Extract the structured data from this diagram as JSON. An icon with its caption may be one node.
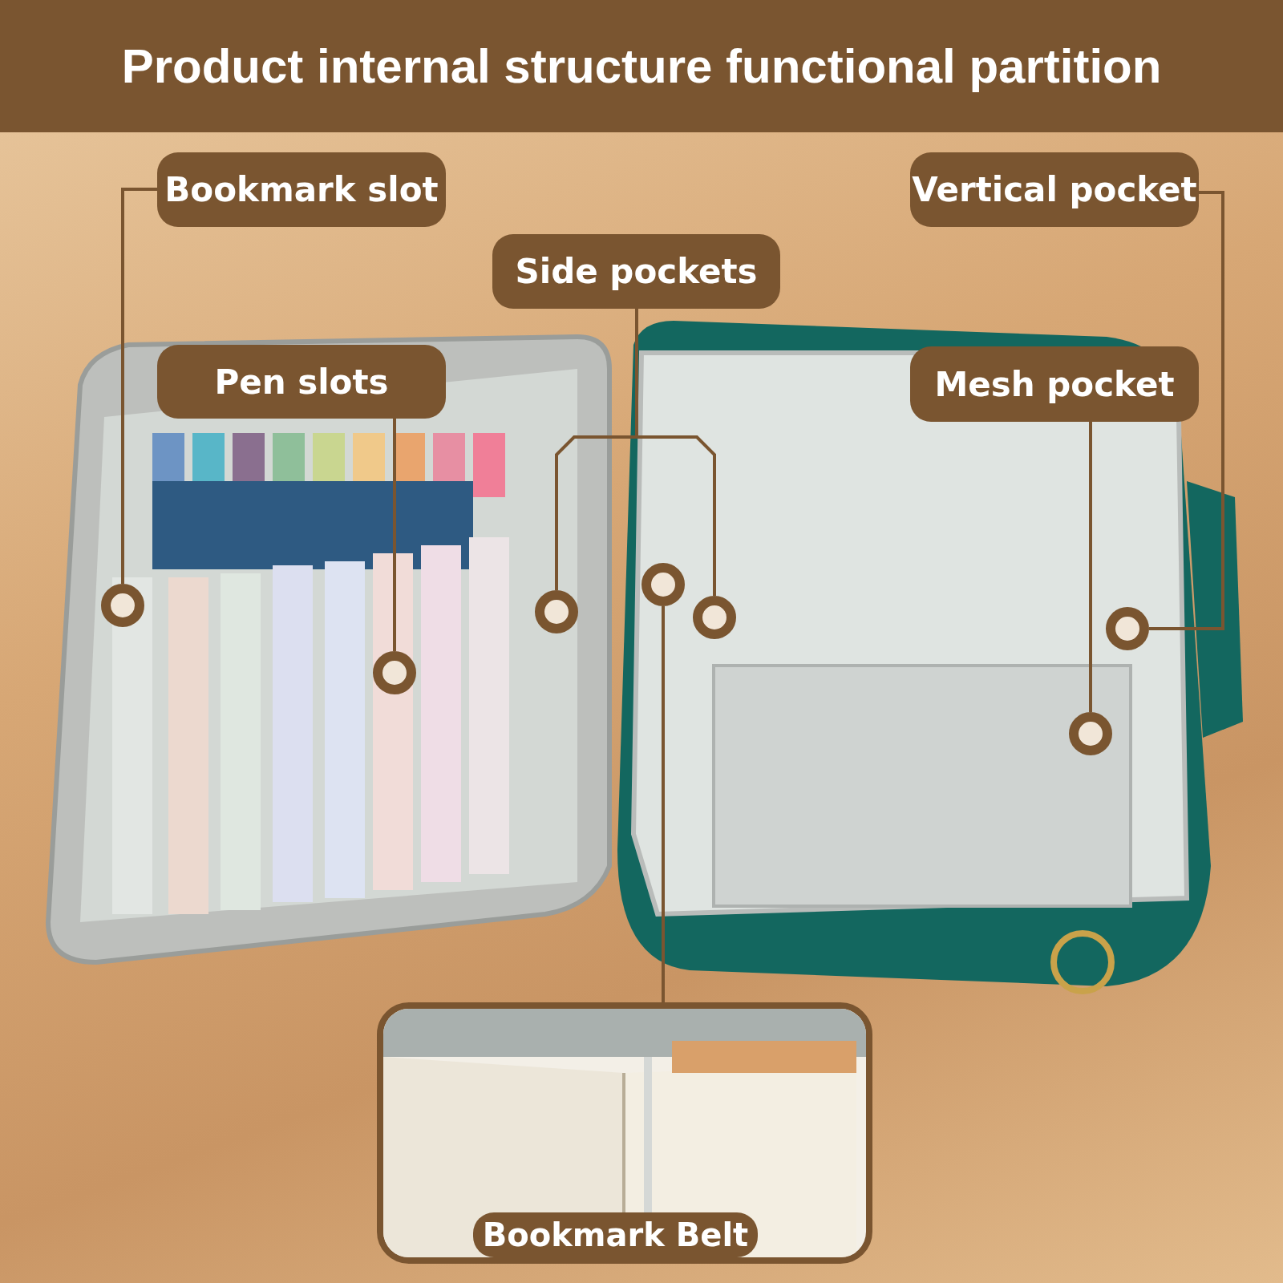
{
  "diagram": {
    "title": "Product internal structure functional partition",
    "nodes": [
      {
        "text": [
          "Bookmark slot"
        ]
      },
      {
        "text": [
          "Vertical pocket"
        ]
      },
      {
        "text": [
          "Side pockets"
        ]
      },
      {
        "text": [
          "Pen slots"
        ]
      },
      {
        "text": [
          "Mesh pocket"
        ]
      },
      {
        "text": [],
        "shape": "circle"
      },
      {
        "text": [],
        "shape": "circle"
      },
      {
        "text": [],
        "shape": "circle"
      },
      {
        "text": [],
        "shape": "circle"
      },
      {
        "text": [],
        "shape": "circle"
      },
      {
        "text": [],
        "shape": "circle"
      },
      {
        "text": [],
        "shape": "circle"
      },
      {
        "text": [
          "Bookmark Belt"
        ]
      }
    ],
    "edges": [
      {
        "from": 0,
        "to": 5,
        "arrow": "none"
      },
      {
        "from": 1,
        "to": 10,
        "arrow": "none"
      },
      {
        "from": 2,
        "to": 7,
        "arrow": "none"
      },
      {
        "from": 2,
        "to": 9,
        "arrow": "none"
      },
      {
        "from": 3,
        "to": 6,
        "arrow": "none"
      },
      {
        "from": 4,
        "to": 11,
        "arrow": "none"
      },
      {
        "from": 12,
        "to": 8,
        "arrow": "none"
      }
    ]
  }
}
